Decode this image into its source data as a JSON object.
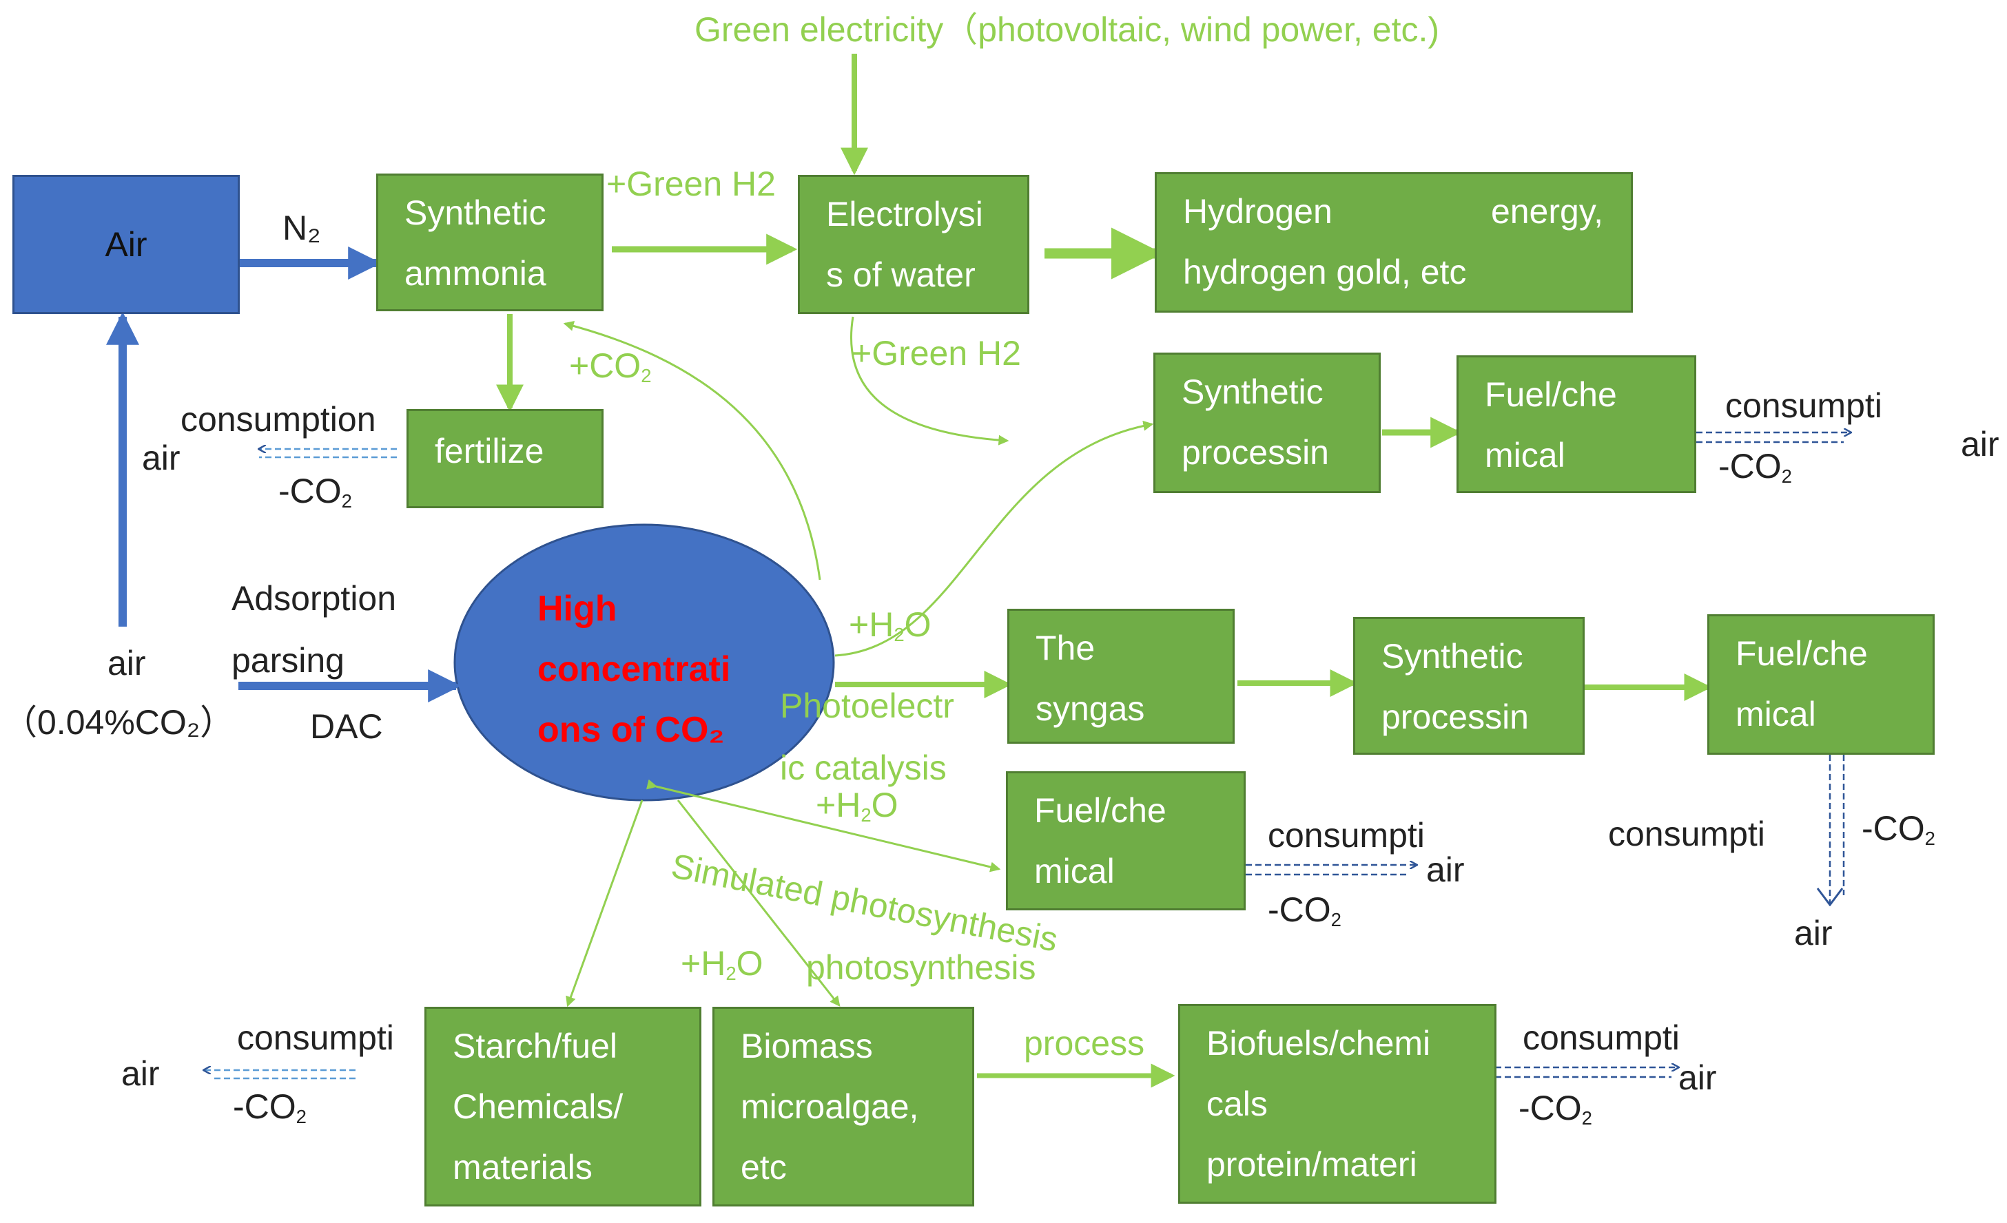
{
  "title": "Green electricity（photovoltaic, wind power, etc.)",
  "boxes": {
    "air": "Air",
    "synthetic_ammonia": [
      "Synthetic",
      "ammonia"
    ],
    "electrolysis": [
      "Electrolysi",
      "s of water"
    ],
    "hydrogen": [
      [
        "Hydrogen",
        "energy,"
      ],
      "hydrogen gold, etc"
    ],
    "fertilizer": "fertilize",
    "synthetic_processing_top": [
      "Synthetic",
      "processin"
    ],
    "fuel_chemical_top": [
      "Fuel/che",
      "mical"
    ],
    "syngas": [
      "The",
      "syngas"
    ],
    "synthetic_processing_mid": [
      "Synthetic",
      "processin"
    ],
    "fuel_chemical_right": [
      "Fuel/che",
      "mical"
    ],
    "fuel_chemical_mid": [
      "Fuel/che",
      "mical"
    ],
    "starch": [
      "Starch/fuel",
      "Chemicals/",
      "materials"
    ],
    "biomass": [
      "Biomass",
      "microalgae,",
      "etc"
    ],
    "biofuels": [
      "Biofuels/chemi",
      "cals",
      "protein/materi"
    ]
  },
  "oval": [
    "High",
    "concentrati",
    "ons of CO₂"
  ],
  "labels": {
    "n2": "N₂",
    "green_h2_top": "+Green H2",
    "green_h2_mid": "+Green H2",
    "co2_plus": "+CO",
    "co2_sub": "2",
    "h2o_plus_a": "+H",
    "h2o_sub": "2",
    "h2o_o": "O",
    "consumption_left": "consumption",
    "air_left": "air",
    "minus_co2": "-CO",
    "co2_sub_small": "2",
    "adsorption": "Adsorption",
    "parsing": "parsing",
    "dac": "DAC",
    "air_bottom": "air",
    "air_percent": "（0.04%CO₂）",
    "consumpti": "consumpti",
    "air": "air",
    "photoelectric_a": "Photoelectr",
    "photoelectric_b": "ic catalysis",
    "simulated_photosynthesis": "Simulated photosynthesis",
    "photosynthesis": "photosynthesis",
    "process": "process"
  },
  "colors": {
    "green": "#70ad47",
    "light_green": "#92d050",
    "blue": "#4472c4",
    "oval_text": "#ff0000",
    "dashed_blue": "#2f5597"
  }
}
